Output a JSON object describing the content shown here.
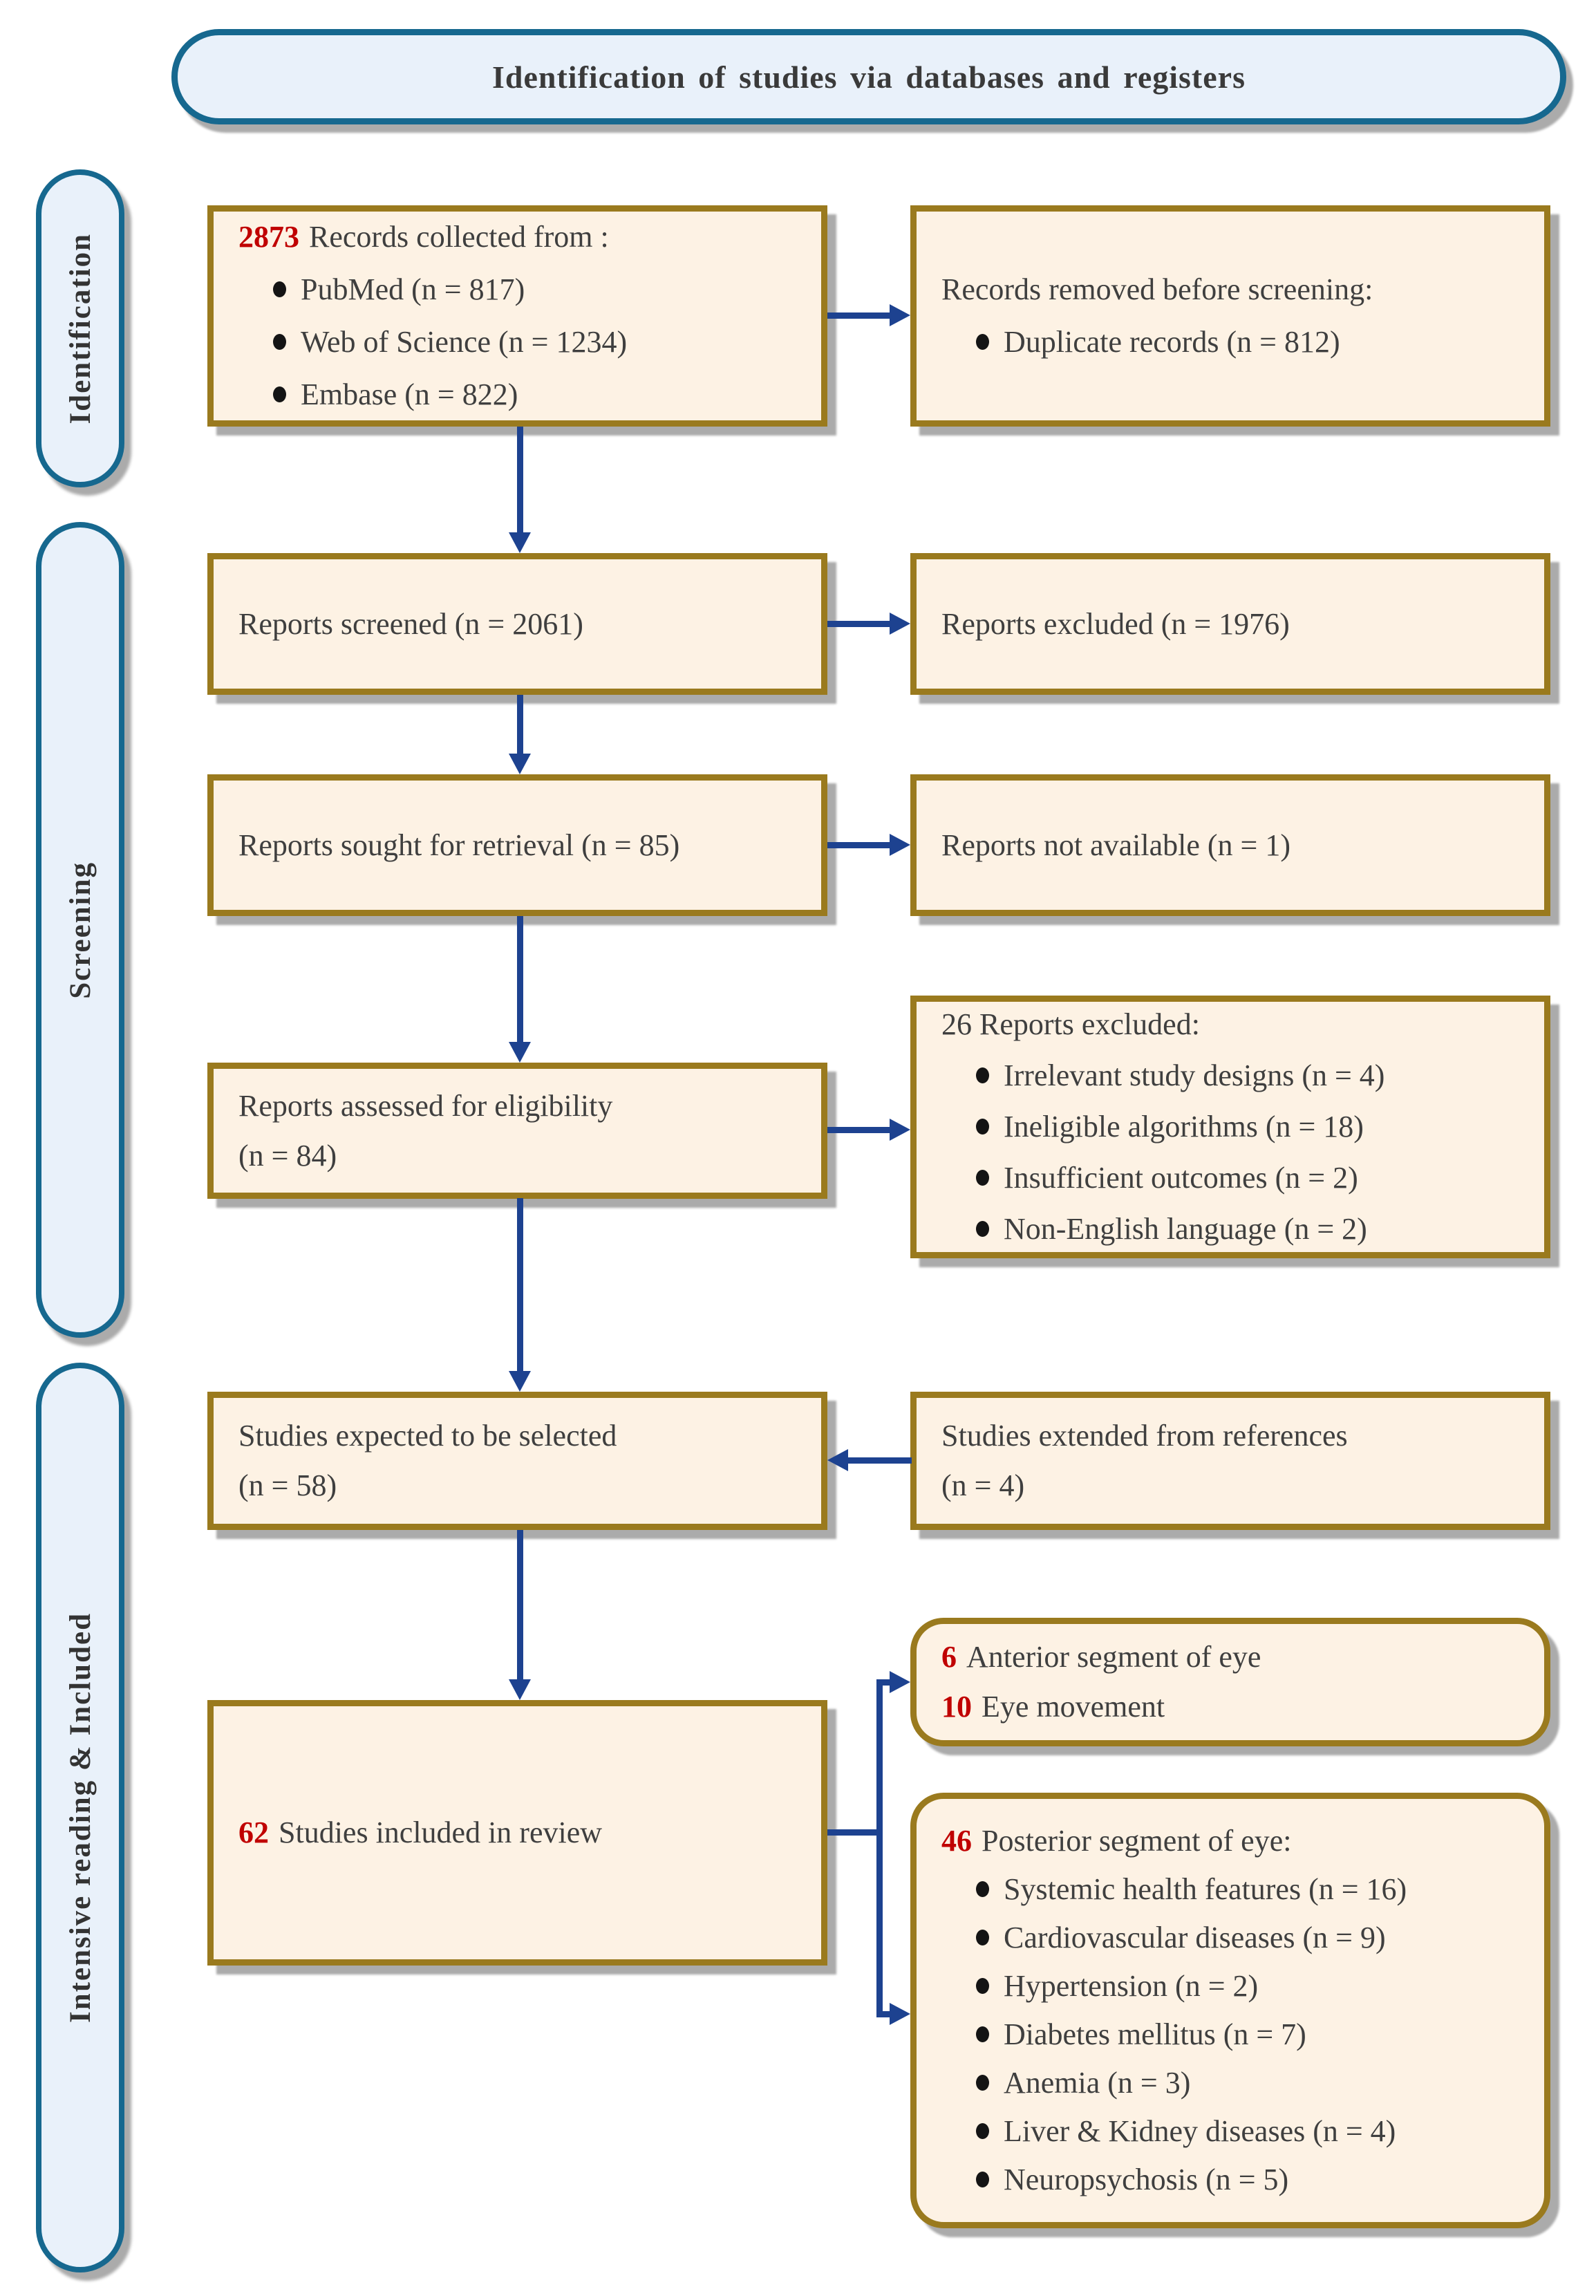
{
  "banner": {
    "title": "Identification of studies via databases and registers"
  },
  "stages": {
    "identification": "Identification",
    "screening": "Screening",
    "included": "Intensive reading & Included"
  },
  "boxes": {
    "records_collected": {
      "count": "2873",
      "label": "Records collected from :",
      "bullets": [
        "PubMed (n = 817)",
        "Web of Science (n = 1234)",
        "Embase (n = 822)"
      ]
    },
    "records_removed": {
      "label": "Records removed before screening:",
      "bullets": [
        "Duplicate records (n = 812)"
      ]
    },
    "reports_screened": {
      "label": "Reports screened (n = 2061)"
    },
    "reports_excluded": {
      "label": "Reports excluded (n = 1976)"
    },
    "reports_sought": {
      "label": "Reports sought for retrieval (n = 85)"
    },
    "reports_not_available": {
      "label": "Reports not available (n = 1)"
    },
    "reports_assessed": {
      "label": "Reports assessed for eligibility",
      "label2": "(n = 84)"
    },
    "reports_excluded_detail": {
      "label": "26 Reports excluded:",
      "bullets": [
        "Irrelevant study designs (n = 4)",
        "Ineligible algorithms (n = 18)",
        "Insufficient outcomes (n = 2)",
        "Non-English language (n = 2)"
      ]
    },
    "studies_expected": {
      "label": "Studies expected to be selected",
      "label2": "(n = 58)"
    },
    "studies_extended": {
      "label": "Studies extended from references",
      "label2": "(n = 4)"
    },
    "studies_included": {
      "count": "62",
      "label": "Studies included in review"
    },
    "anterior_eye": {
      "line1_count": "6",
      "line1_label": "Anterior segment of eye",
      "line2_count": "10",
      "line2_label": "Eye movement"
    },
    "posterior_eye": {
      "count": "46",
      "label": "Posterior segment of eye:",
      "bullets": [
        "Systemic health features (n = 16)",
        "Cardiovascular diseases (n = 9)",
        "Hypertension (n = 2)",
        "Diabetes mellitus (n = 7)",
        "Anemia (n = 3)",
        "Liver & Kidney diseases (n = 4)",
        "Neuropsychosis (n = 5)"
      ]
    }
  },
  "colors": {
    "box_fill": "#fdf2e4",
    "box_border": "#9a7a1e",
    "banner_fill": "#e9f1fa",
    "banner_border": "#16688f",
    "arrow": "#1d4290",
    "accent_red": "#c00000",
    "text": "#3f3f3f"
  }
}
